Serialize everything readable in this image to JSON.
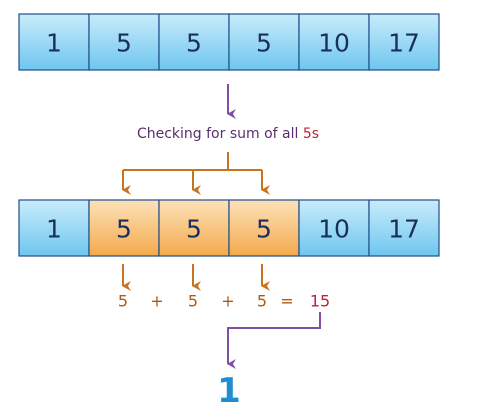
{
  "colors": {
    "blue_fill_top": "#c9ecfb",
    "blue_fill_bottom": "#6fc6ef",
    "orange_fill_top": "#fde2b8",
    "orange_fill_bottom": "#f3a94c",
    "purple": "#7e4fa3",
    "orange": "#c8741e",
    "caption": "#5a2e6e",
    "highlight": "#c0213a",
    "result": "#1f8ecf"
  },
  "top_array": {
    "cells": [
      "1",
      "5",
      "5",
      "5",
      "10",
      "17"
    ]
  },
  "caption": {
    "prefix": "Checking for sum of all ",
    "highlight": "5s"
  },
  "bottom_array": {
    "cells": [
      "1",
      "5",
      "5",
      "5",
      "10",
      "17"
    ],
    "highlighted": [
      false,
      true,
      true,
      true,
      false,
      false
    ]
  },
  "equation": {
    "terms": [
      "5",
      "+",
      "5",
      "+",
      "5",
      "=",
      "15"
    ],
    "result_highlighted": "15"
  },
  "result": {
    "value": "1"
  }
}
